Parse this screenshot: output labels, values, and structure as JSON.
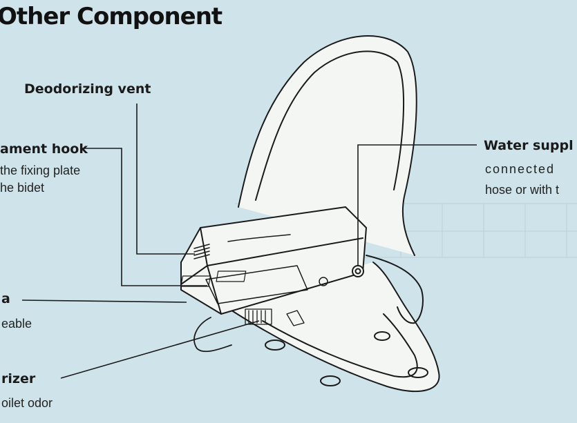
{
  "title": "Other Component",
  "labels": {
    "deodorizing_vent": "Deodorizing vent",
    "attachment_hook": "ament hook",
    "attachment_hook_desc1": "the fixing plate",
    "attachment_hook_desc2": "he bidet",
    "water_supply": "Water suppl",
    "water_supply_desc1": "connected",
    "water_supply_desc2": "hose or with t",
    "part_a": "a",
    "part_a_desc": "eable",
    "deodorizer": "rizer",
    "deodorizer_desc": "oilet odor"
  },
  "colors": {
    "background": "#cfe3ea",
    "line": "#1a1a1a",
    "body_fill": "#f4f6f3"
  }
}
